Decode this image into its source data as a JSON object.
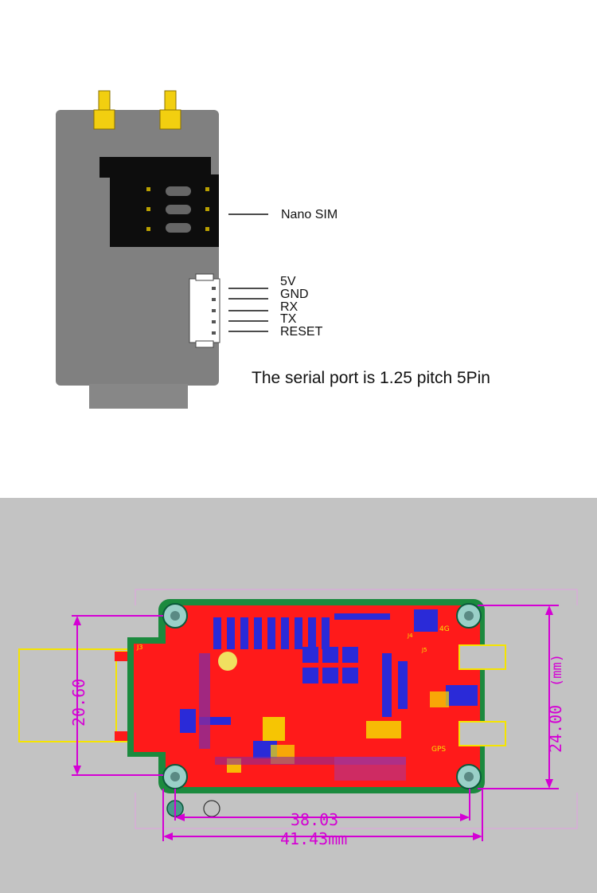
{
  "module_diagram": {
    "sim_label": "Nano SIM",
    "pins": [
      "5V",
      "GND",
      "RX",
      "TX",
      "RESET"
    ],
    "caption": "The serial port is 1.25 pitch 5Pin"
  },
  "pcb_drawing": {
    "dim_height_inner": "20.60",
    "dim_height_outer": "24.00",
    "dim_height_unit": "(mm)",
    "dim_width_inner": "38.03",
    "dim_width_outer": "41.43mm",
    "silk_labels": [
      "J3",
      "4G",
      "GPS",
      "J5",
      "J4"
    ]
  },
  "colors": {
    "module_body": "#808080",
    "sim_slot": "#0d0d0d",
    "antenna_gold": "#f2cf10",
    "pcb_red": "#ff1a1a",
    "pcb_green": "#1b8a3e",
    "dimension_magenta": "#d400d4",
    "outline_yellow": "#f5e400"
  }
}
